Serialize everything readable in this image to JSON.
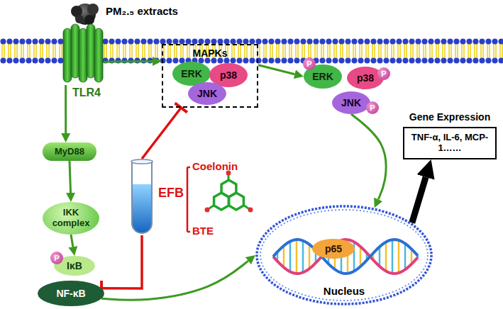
{
  "diagram": {
    "nodes": [
      {
        "text": [
          "PM₂.₅ extracts"
        ]
      },
      {
        "text": [
          "TLR4"
        ]
      },
      {
        "text": [
          "MyD88"
        ]
      },
      {
        "text": [
          "IKK complex"
        ]
      },
      {
        "text": [
          "IκB"
        ]
      },
      {
        "text": [
          "P"
        ]
      },
      {
        "text": [
          "NF-κB"
        ]
      },
      {
        "text": [
          "MAPKs"
        ]
      },
      {
        "text": [
          "ERK"
        ],
        "in": 7
      },
      {
        "text": [
          "p38"
        ],
        "in": 7
      },
      {
        "text": [
          "JNK"
        ],
        "in": 7
      },
      {
        "text": [
          "ERK"
        ]
      },
      {
        "text": [
          "P"
        ]
      },
      {
        "text": [
          "p38"
        ]
      },
      {
        "text": [
          "P"
        ]
      },
      {
        "text": [
          "JNK"
        ]
      },
      {
        "text": [
          "P"
        ]
      },
      {
        "text": [
          "Gene Expression",
          "TNF-α, IL-6, MCP-1……"
        ]
      },
      {
        "text": [
          "EFB"
        ]
      },
      {
        "text": [
          "Nucleus"
        ]
      },
      {
        "text": [
          "p65"
        ],
        "in": 19
      }
    ],
    "edges": [
      {
        "from": 1,
        "to": 2,
        "arrow": "to"
      },
      {
        "from": 2,
        "to": 3,
        "arrow": "to"
      },
      {
        "from": 3,
        "to": 4,
        "arrow": "to"
      },
      {
        "from": 1,
        "to": 7,
        "arrow": "to"
      },
      {
        "from": 7,
        "to": 11,
        "arrow": "to"
      },
      {
        "from": 15,
        "to": 19,
        "arrow": "to"
      },
      {
        "from": 6,
        "to": 19,
        "arrow": "to"
      },
      {
        "from": 19,
        "to": 17,
        "arrow": "to"
      },
      {
        "from": 18,
        "to": 7,
        "arrow": "to"
      },
      {
        "from": 18,
        "to": 6,
        "arrow": "to"
      }
    ],
    "labels": [
      "Coelonin",
      "BTE"
    ]
  }
}
